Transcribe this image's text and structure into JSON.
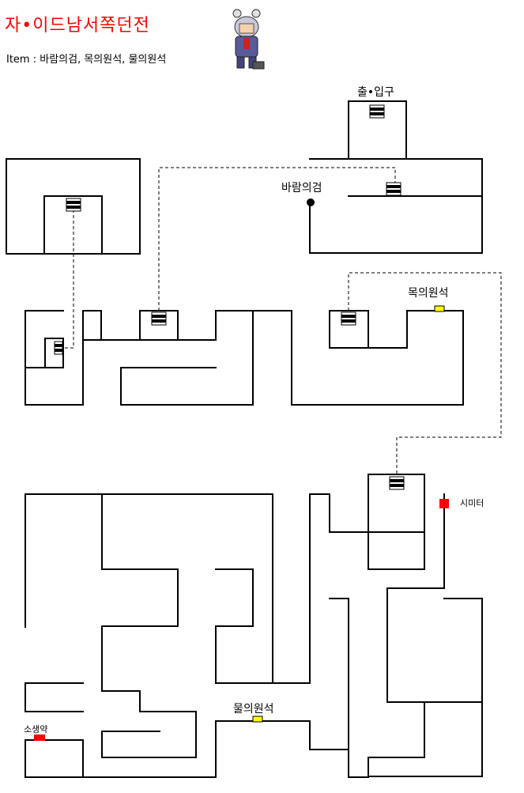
{
  "title": "자•이드남서쪽던전",
  "items_line": "Item : 바람의검, 목의원석, 물의원석",
  "labels": {
    "entrance": "출•입구",
    "wind_sword": "바람의검",
    "wood_stone": "목의원석",
    "water_stone": "물의원석",
    "scimitar": "시미터",
    "potion": "소생약"
  },
  "colors": {
    "title": "#ff0000",
    "wall": "#000000",
    "stone_marker": "#ffff00",
    "item_marker": "#ff0000"
  },
  "icons": [
    "ladder-icon",
    "character-sprite"
  ]
}
